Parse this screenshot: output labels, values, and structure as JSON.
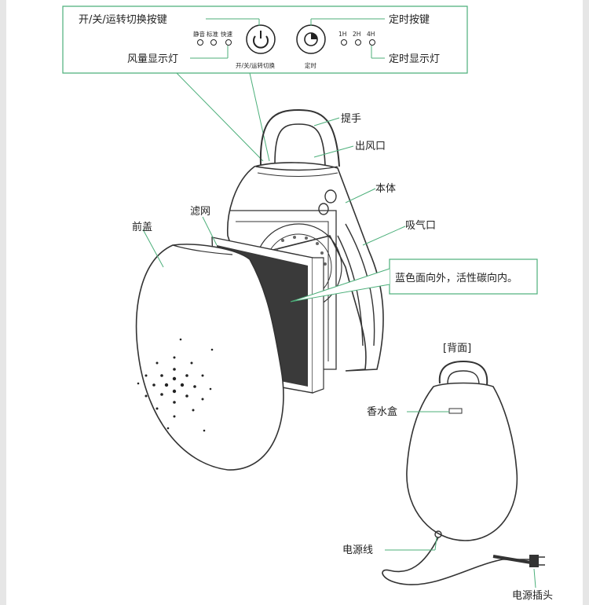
{
  "control_panel": {
    "power_key_label": "开/关/运转切换按键",
    "fan_light_label": "风量显示灯",
    "fan_modes": [
      "静音",
      "标准",
      "快速"
    ],
    "power_button_caption": "开/关/运转切换",
    "timer_button_caption": "定时",
    "timer_key_label": "定时按键",
    "timer_options": [
      "1H",
      "2H",
      "4H"
    ],
    "timer_light_label": "定时显示灯"
  },
  "parts": {
    "handle": "提手",
    "air_outlet": "出风口",
    "body": "本体",
    "air_inlet": "吸气口",
    "filter": "滤网",
    "front_cover": "前盖",
    "filter_note": "蓝色面向外，活性碳向内。"
  },
  "back_view": {
    "title": "[背面]",
    "fragrance_box": "香水盒",
    "power_cord": "电源线",
    "power_plug": "电源插头"
  },
  "colors": {
    "callout_green": "#4caf7a",
    "line_dark": "#333333",
    "filter_dark": "#3a3a3a"
  }
}
